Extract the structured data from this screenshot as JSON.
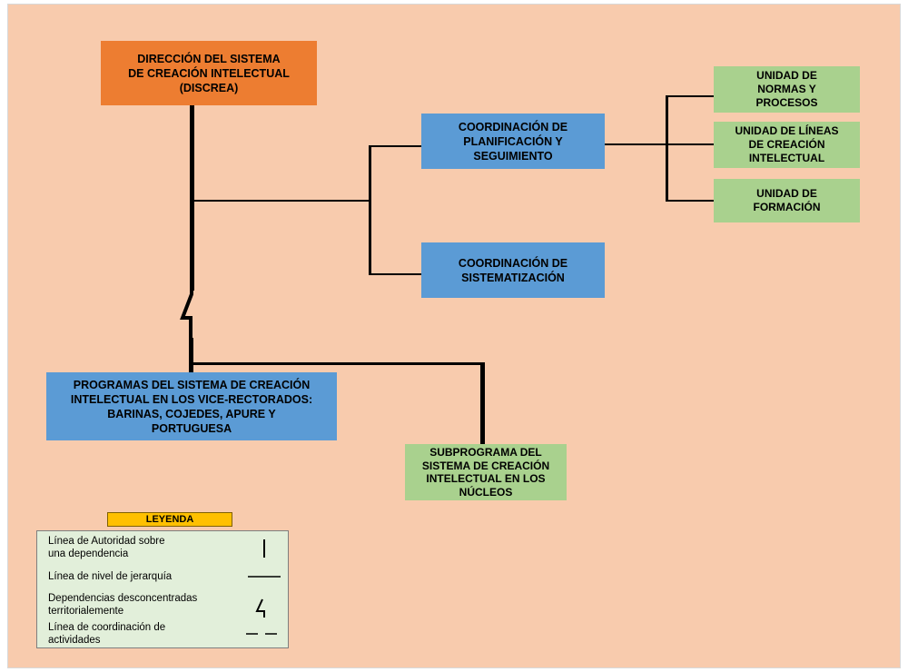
{
  "nodes": {
    "direccion": "DIRECCIÓN DEL SISTEMA\nDE CREACIÓN INTELECTUAL\n(DISCREA)",
    "coord_planificacion": "COORDINACIÓN DE\nPLANIFICACIÓN Y\nSEGUIMIENTO",
    "coord_sistematizacion": "COORDINACIÓN DE\nSISTEMATIZACIÓN",
    "unidad_normas": "UNIDAD DE\nNORMAS Y\nPROCESOS",
    "unidad_lineas": "UNIDAD DE LÍNEAS\nDE CREACIÓN\nINTELECTUAL",
    "unidad_formacion": "UNIDAD DE\nFORMACIÓN",
    "programas": "PROGRAMAS DEL SISTEMA DE CREACIÓN\nINTELECTUAL EN LOS VICE-RECTORADOS:\nBARINAS, COJEDES, APURE Y\nPORTUGUESA",
    "subprograma": "SUBPROGRAMA DEL\nSISTEMA DE CREACIÓN\nINTELECTUAL EN LOS\nNÚCLEOS"
  },
  "legend": {
    "title": "LEYENDA",
    "items": [
      "Línea de Autoridad sobre\nuna dependencia",
      "Línea de nivel de jerarquía",
      "Dependencias desconcentradas\nterritorialemente",
      "Línea de coordinación de\nactividades"
    ]
  },
  "colors": {
    "background": "#f8cbad",
    "direccion": "#ed7d31",
    "coordinacion": "#5b9bd5",
    "unidad": "#a9d18e",
    "legend_title": "#ffc000",
    "legend_body": "#e2efda"
  }
}
